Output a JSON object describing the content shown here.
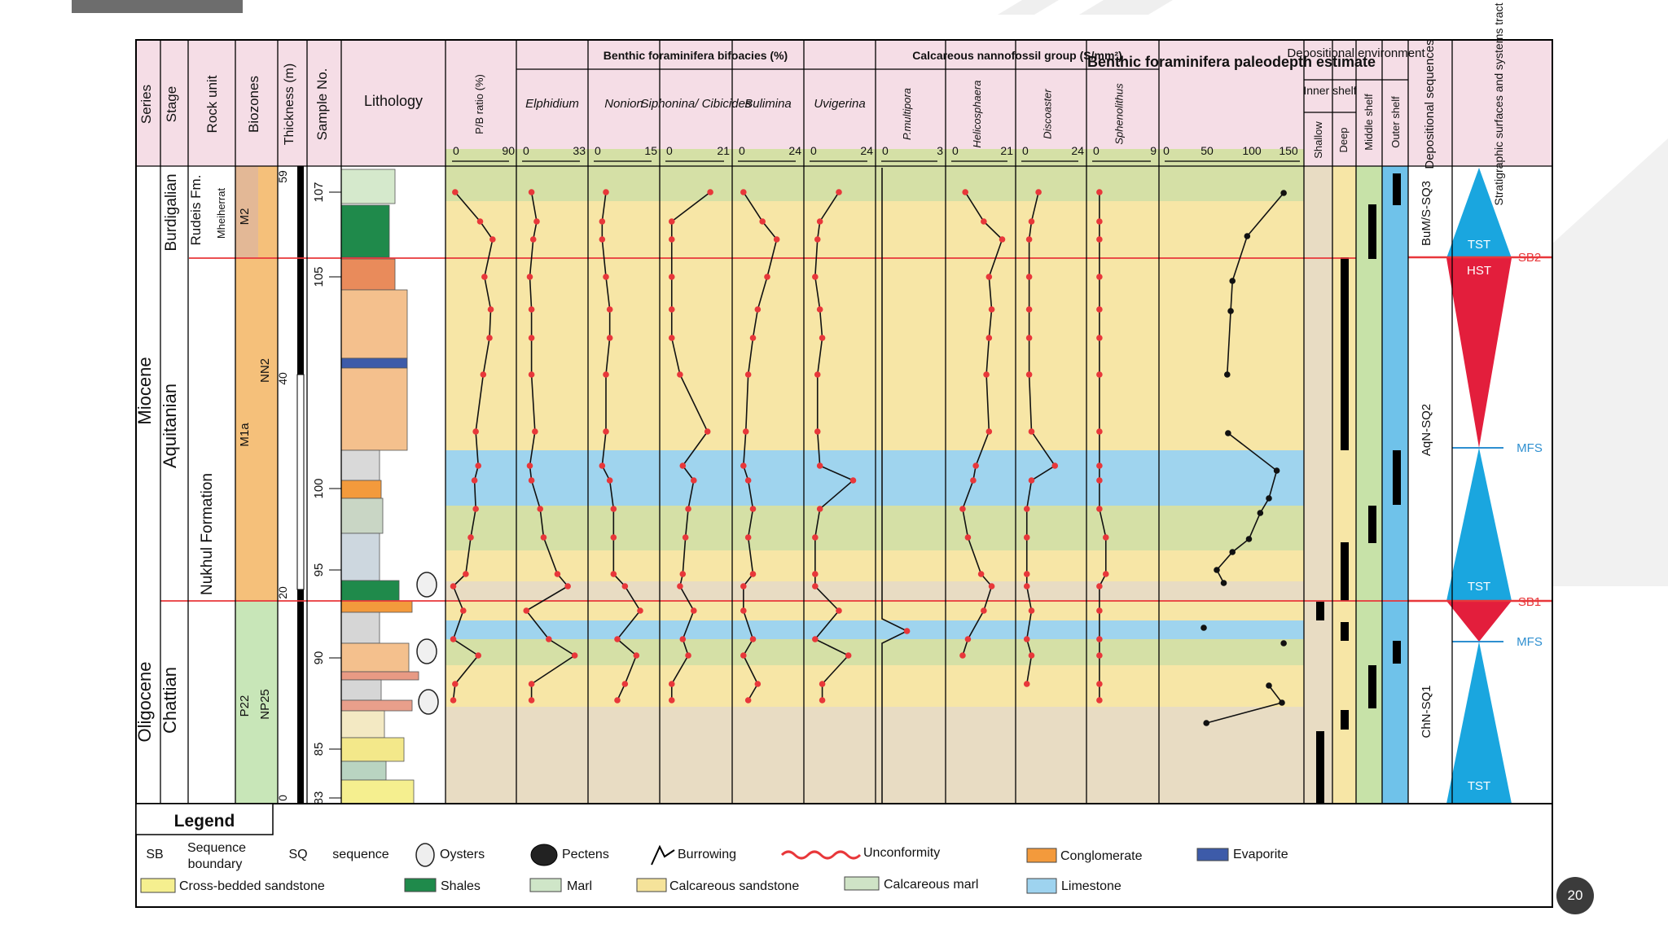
{
  "page_number": "20",
  "colors": {
    "header_pink": "#f5dde6",
    "band_blue": "#9fd4ee",
    "band_green": "#d5e0a6",
    "band_yellow": "#f7e6a6",
    "band_tan": "#e8dcc3",
    "tst_blue": "#1aa6df",
    "hst_red": "#e31e3c",
    "sb_red": "#e8373a",
    "mfs_blue": "#2e8fd0",
    "curve_red": "#e8373a",
    "m1a_orange": "#f5c07a",
    "m2_brown": "#e3b896",
    "p22_green": "#c8e6b8",
    "shale_green": "#1f8a4b",
    "marl_light": "#cfe6c8",
    "calc_orange": "#f4c08d",
    "evaporite_blue": "#3d5ba9",
    "conglomerate_orange": "#f39a3c",
    "shelf_green": "#c7e2a8",
    "shelf_blue": "#6fc2ea"
  },
  "headers": {
    "series": "Series",
    "stage": "Stage",
    "rock_unit": "Rock unit",
    "biozones": "Biozones",
    "thickness": "Thickness (m)",
    "sample_no": "Sample No.",
    "lithology": "Lithology",
    "pb_ratio": "P/B ratio (%)",
    "benthic_group": "Benthic foraminifera bifoacies (%)",
    "nanno_group": "Calcareous nannofossil group (S/mm²)",
    "paleodepth": "Benthic foraminifera paleodepth estimate",
    "dep_env": "Depositional environment",
    "inner_shelf": "Inner shelf",
    "shallow": "Shallow",
    "deep": "Deep",
    "middle_shelf": "Middle shelf",
    "outer_shelf": "Outer shelf",
    "dep_sequences": "Depositional sequences",
    "strat_surfaces": "Stratigraphic surfaces and systems tract"
  },
  "series_labels": [
    "Miocene",
    "Oligocene"
  ],
  "stage_labels": [
    "Burdigalian",
    "Aquitanian",
    "Chattian"
  ],
  "rock_units": [
    "Rudeis Fm.",
    "Mheiherrat",
    "Nukhul Formation"
  ],
  "biozones": [
    "M2",
    "M1a",
    "P22",
    "NN2",
    "NP25"
  ],
  "thickness_ticks": [
    "59",
    "40",
    "20",
    "0"
  ],
  "sample_ticks": [
    "107",
    "105",
    "100",
    "95",
    "90",
    "85",
    "83"
  ],
  "taxa": [
    {
      "name": "Elphidium",
      "axis": [
        "0",
        "33"
      ]
    },
    {
      "name": "Nonion",
      "axis": [
        "0",
        "15"
      ]
    },
    {
      "name": "Siphonina/ Cibicides",
      "axis": [
        "0",
        "21"
      ]
    },
    {
      "name": "Bulimina",
      "axis": [
        "0",
        "24"
      ]
    },
    {
      "name": "Uvigerina",
      "axis": [
        "0",
        "24"
      ]
    },
    {
      "name": "P.multipora",
      "axis": [
        "0",
        "3"
      ]
    },
    {
      "name": "Helicosphaera",
      "axis": [
        "0",
        "21"
      ]
    },
    {
      "name": "Discoaster",
      "axis": [
        "0",
        "24"
      ]
    },
    {
      "name": "Sphenolithus",
      "axis": [
        "0",
        "9"
      ]
    }
  ],
  "pb_axis": [
    "0",
    "90"
  ],
  "paleodepth_axis": [
    "0",
    "50",
    "100",
    "150"
  ],
  "sequences": [
    "BuM/S-SQ3",
    "AqN-SQ2",
    "ChN-SQ1"
  ],
  "tract_labels": [
    "TST",
    "HST",
    "TST",
    "TST"
  ],
  "surface_labels": [
    "SB2",
    "MFS",
    "SB1",
    "MFS"
  ],
  "legend": {
    "title": "Legend",
    "items": [
      {
        "key": "SB",
        "label": "Sequence boundary"
      },
      {
        "key": "SQ",
        "label": "sequence"
      },
      {
        "key": "",
        "label": "Oysters"
      },
      {
        "key": "",
        "label": "Pectens"
      },
      {
        "key": "",
        "label": "Burrowing"
      },
      {
        "key": "",
        "label": "Unconformity"
      },
      {
        "key": "",
        "label": "Conglomerate"
      },
      {
        "key": "",
        "label": "Evaporite"
      },
      {
        "key": "",
        "label": "Cross-bedded sandstone"
      },
      {
        "key": "",
        "label": "Shales"
      },
      {
        "key": "",
        "label": "Marl"
      },
      {
        "key": "",
        "label": "Calcareous sandstone"
      },
      {
        "key": "",
        "label": "Calcareous marl"
      },
      {
        "key": "",
        "label": "Limestone"
      }
    ]
  },
  "curves": {
    "pb": [
      5,
      45,
      65,
      52,
      62,
      60,
      50,
      38,
      42,
      36,
      38,
      30,
      22,
      2,
      18,
      2,
      42,
      5,
      2
    ],
    "elphidium": [
      5,
      8,
      6,
      4,
      5,
      5,
      5,
      7,
      4,
      5,
      10,
      12,
      20,
      26,
      2,
      15,
      30,
      5,
      5
    ],
    "nonion": [
      3,
      2,
      2,
      3,
      4,
      4,
      3,
      3,
      2,
      4,
      5,
      5,
      5,
      8,
      12,
      6,
      11,
      8,
      6
    ],
    "siphonina": [
      16,
      2,
      2,
      2,
      2,
      2,
      5,
      15,
      6,
      10,
      8,
      7,
      6,
      5,
      10,
      6,
      8,
      2,
      2
    ],
    "bulimina": [
      2,
      10,
      16,
      12,
      8,
      6,
      4,
      3,
      2,
      4,
      6,
      4,
      6,
      2,
      2,
      6,
      2,
      8,
      4
    ],
    "uvigerina": [
      12,
      4,
      3,
      2,
      4,
      5,
      3,
      3,
      4,
      18,
      4,
      2,
      2,
      2,
      12,
      2,
      16,
      5,
      5
    ],
    "p_multipora": [
      0,
      0,
      0,
      0,
      0,
      0,
      0,
      0,
      0,
      0,
      0,
      0,
      0,
      0,
      0,
      0,
      0,
      0,
      0
    ],
    "helicosphaera": [
      5,
      12,
      19,
      14,
      15,
      14,
      13,
      14,
      9,
      8,
      4,
      6,
      11,
      15,
      12,
      6,
      4
    ],
    "discoaster": [
      7,
      4,
      3,
      3,
      3,
      3,
      3,
      4,
      14,
      4,
      2,
      2,
      2,
      2,
      4,
      2,
      4,
      2
    ],
    "sphenolithus": [
      1,
      1,
      1,
      1,
      1,
      1,
      1,
      1,
      1,
      1,
      1,
      2,
      2,
      1,
      1,
      1,
      1,
      1,
      1
    ],
    "paleodepth": [
      137,
      95,
      78,
      76,
      72,
      73,
      129,
      120,
      110,
      97,
      78,
      60,
      68,
      45,
      137,
      120,
      135,
      48
    ]
  }
}
